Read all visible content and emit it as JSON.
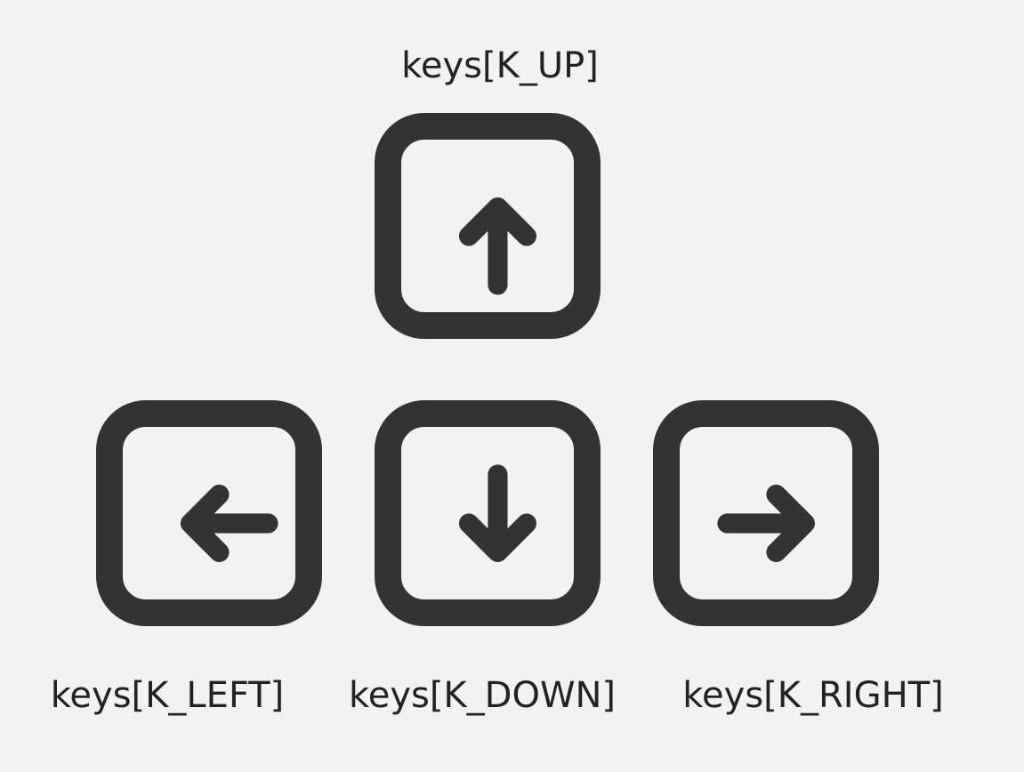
{
  "colors": {
    "background": "#f2f2f2",
    "key_stroke": "#333333",
    "label_text": "#222222"
  },
  "keys": [
    {
      "id": "up",
      "label": "keys[K_UP]",
      "icon": "arrow-up-icon"
    },
    {
      "id": "left",
      "label": "keys[K_LEFT]",
      "icon": "arrow-left-icon"
    },
    {
      "id": "down",
      "label": "keys[K_DOWN]",
      "icon": "arrow-down-icon"
    },
    {
      "id": "right",
      "label": "keys[K_RIGHT]",
      "icon": "arrow-right-icon"
    }
  ]
}
